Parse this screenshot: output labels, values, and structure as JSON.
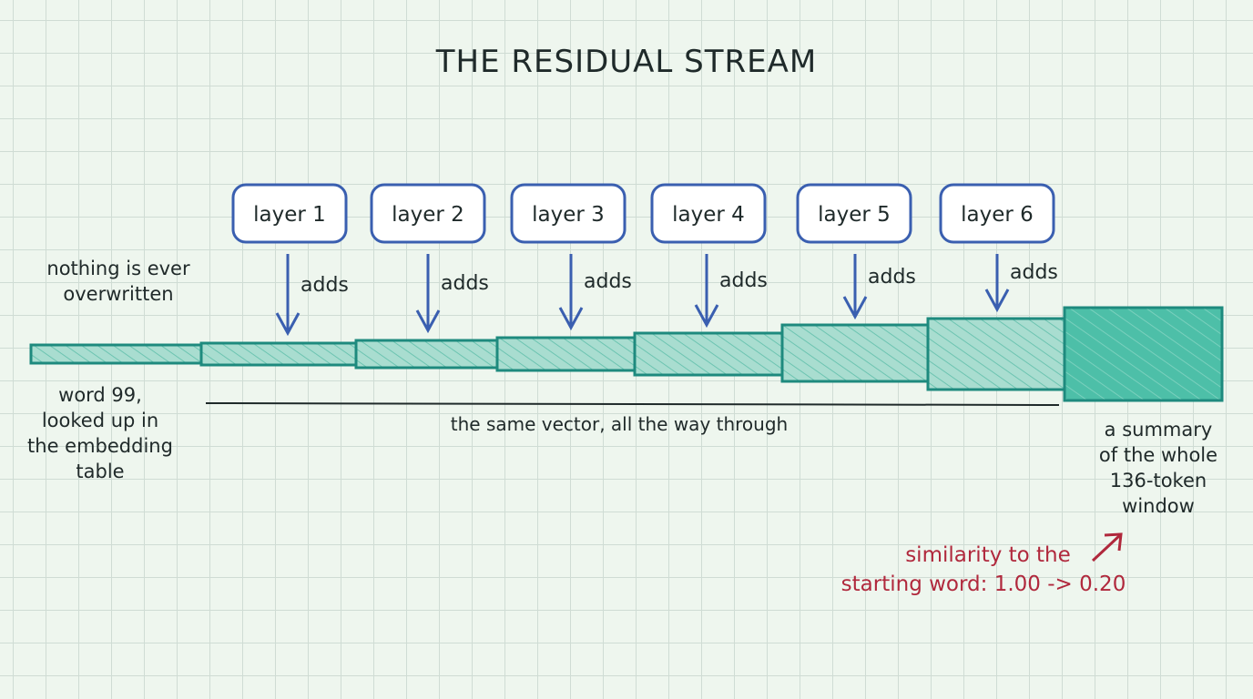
{
  "title": "THE RESIDUAL STREAM",
  "layers": [
    {
      "label": "layer 1",
      "arrow_label": "adds"
    },
    {
      "label": "layer 2",
      "arrow_label": "adds"
    },
    {
      "label": "layer 3",
      "arrow_label": "adds"
    },
    {
      "label": "layer 4",
      "arrow_label": "adds"
    },
    {
      "label": "layer 5",
      "arrow_label": "adds"
    },
    {
      "label": "layer 6",
      "arrow_label": "adds"
    }
  ],
  "notes": {
    "overwritten": [
      "nothing is ever",
      "overwritten"
    ],
    "start": [
      "word 99,",
      "looked up in",
      "the embedding",
      "table"
    ],
    "same_vector": "the same vector, all the way through",
    "summary": [
      "a summary",
      "of the whole",
      "136-token",
      "window"
    ],
    "similarity": [
      "similarity to the",
      "starting word: 1.00 -> 0.20"
    ]
  },
  "colors": {
    "layer_box": "#3a5fb0",
    "stream_stroke": "#1e8a7e",
    "stream_fill": "#8fd3c4",
    "final_fill": "#4dbfa8",
    "annotation": "#b0283c",
    "ink": "#1f2a2a"
  }
}
